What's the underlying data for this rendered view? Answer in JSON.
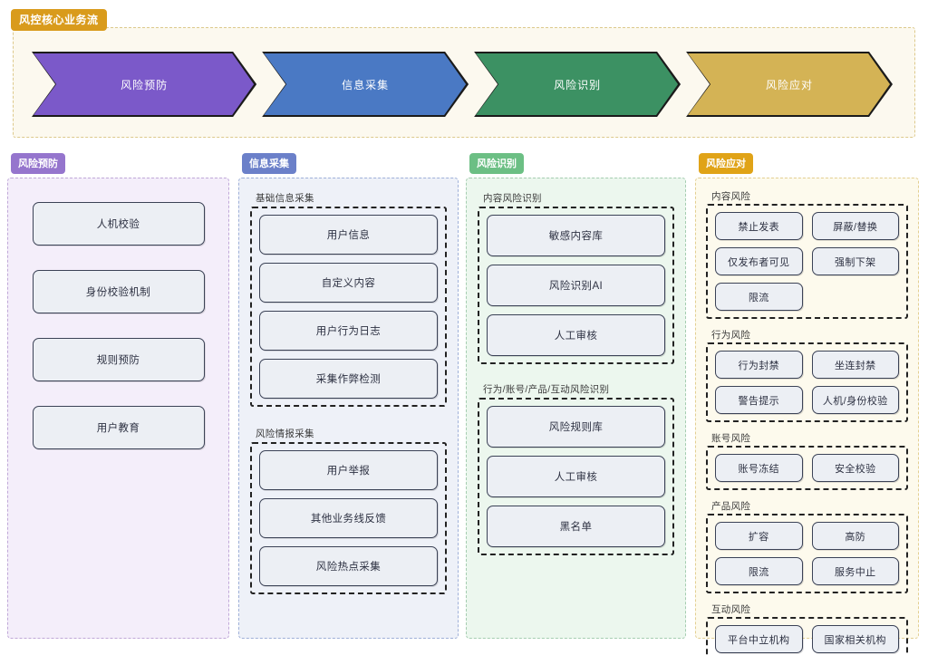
{
  "header": {
    "title_badge": "风控核心业务流"
  },
  "flow": {
    "steps": [
      {
        "label": "风险预防",
        "color": "#7b59c9"
      },
      {
        "label": "信息采集",
        "color": "#4a79c4"
      },
      {
        "label": "风险识别",
        "color": "#3c9163"
      },
      {
        "label": "风险应对",
        "color": "#d4b355"
      }
    ]
  },
  "columns": [
    {
      "id": "prevent",
      "badge": "风险预防",
      "badge_color": "#9575cd",
      "groups": [
        {
          "label": "",
          "items": [
            "人机校验",
            "身份校验机制",
            "规则预防",
            "用户教育"
          ]
        }
      ]
    },
    {
      "id": "collect",
      "badge": "信息采集",
      "badge_color": "#6b80c9",
      "groups": [
        {
          "label": "基础信息采集",
          "items": [
            "用户信息",
            "自定义内容",
            "用户行为日志",
            "采集作弊检测"
          ]
        },
        {
          "label": "风险情报采集",
          "items": [
            "用户举报",
            "其他业务线反馈",
            "风险热点采集"
          ]
        }
      ]
    },
    {
      "id": "identify",
      "badge": "风险识别",
      "badge_color": "#6cbf84",
      "groups": [
        {
          "label": "内容风险识别",
          "items": [
            "敏感内容库",
            "风险识别AI",
            "人工审核"
          ]
        },
        {
          "label": "行为/账号/产品/互动风险识别",
          "items": [
            "风险规则库",
            "人工审核",
            "黑名单"
          ]
        }
      ]
    },
    {
      "id": "respond",
      "badge": "风险应对",
      "badge_color": "#e0a317",
      "groups": [
        {
          "label": "内容风险",
          "items": [
            "禁止发表",
            "屏蔽/替换",
            "仅发布者可见",
            "强制下架",
            "限流"
          ]
        },
        {
          "label": "行为风险",
          "items": [
            "行为封禁",
            "坐连封禁",
            "警告提示",
            "人机/身份校验"
          ]
        },
        {
          "label": "账号风险",
          "items": [
            "账号冻结",
            "安全校验"
          ]
        },
        {
          "label": "产品风险",
          "items": [
            "扩容",
            "高防",
            "限流",
            "服务中止"
          ]
        },
        {
          "label": "互动风险",
          "items": [
            "平台中立机构",
            "国家相关机构"
          ]
        }
      ]
    }
  ]
}
